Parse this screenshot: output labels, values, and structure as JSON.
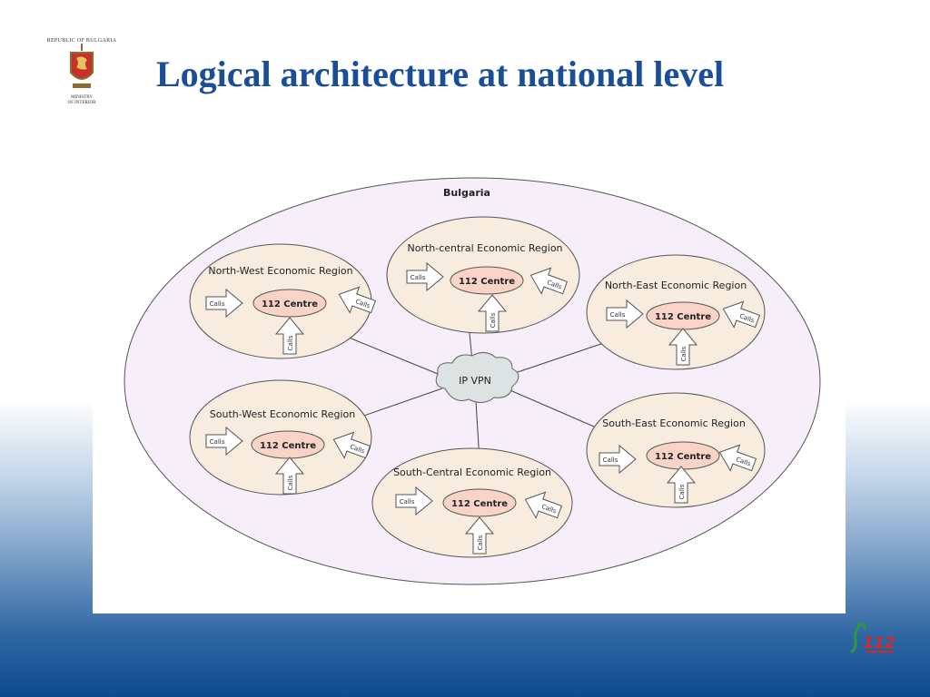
{
  "header": {
    "logo_top_text": "Republic of Bulgaria",
    "logo_bottom_line1": "Ministry",
    "logo_bottom_line2": "of Interior",
    "title": "Logical architecture at national level"
  },
  "diagram": {
    "country_label": "Bulgaria",
    "hub_label": "IP VPN",
    "centre_label": "112 Centre",
    "calls_label": "Calls",
    "regions": [
      {
        "id": "nw",
        "name": "North-West Economic Region"
      },
      {
        "id": "nc",
        "name": "North-central Economic Region"
      },
      {
        "id": "ne",
        "name": "North-East Economic Region"
      },
      {
        "id": "sw",
        "name": "South-West Economic Region"
      },
      {
        "id": "sc",
        "name": "South-Central Economic Region"
      },
      {
        "id": "se",
        "name": "South-East Economic Region"
      }
    ]
  },
  "colors": {
    "title": "#1a4e96",
    "country_fill": "#f6eef8",
    "region_fill": "#f7ecdd",
    "centre_fill": "#f8d3c6",
    "cloud_fill": "#dde2e2"
  },
  "brand": {
    "label": "112"
  }
}
